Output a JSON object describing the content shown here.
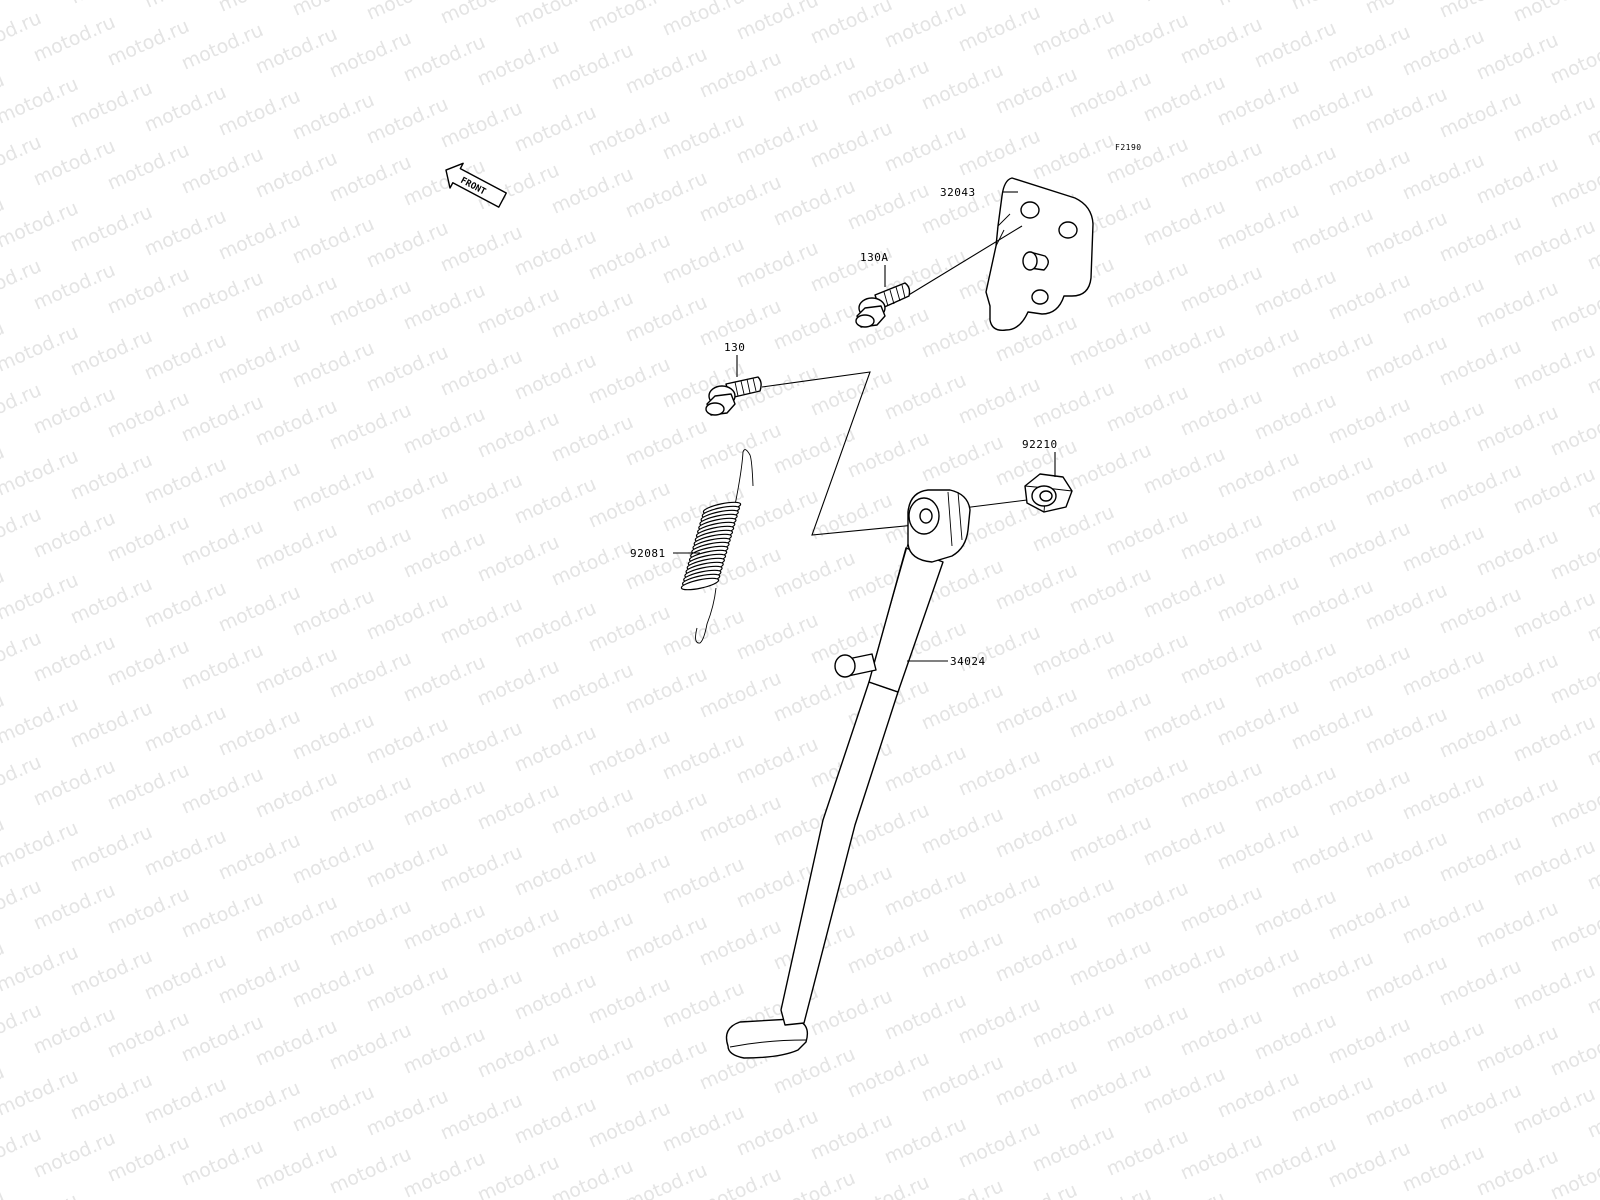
{
  "watermark": "motod.ru",
  "reference_code": "F2190",
  "front_label": "FRONT",
  "callouts": {
    "bracket": "32043",
    "bolt_a": "130A",
    "bolt": "130",
    "nut": "92210",
    "spring": "92081",
    "stand": "34024"
  }
}
